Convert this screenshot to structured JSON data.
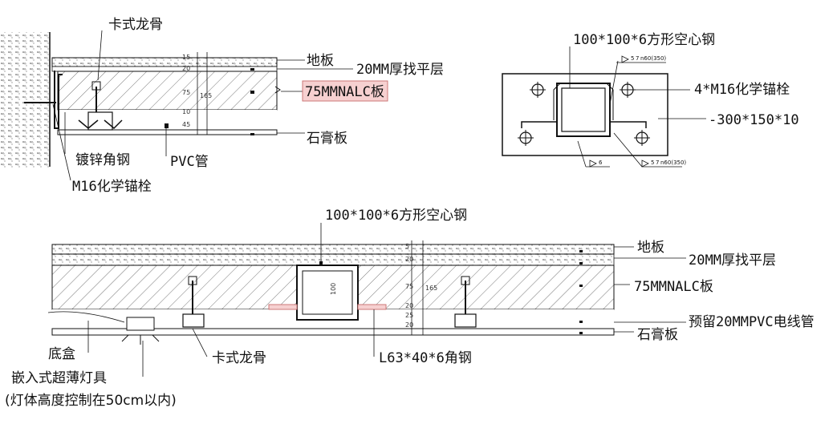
{
  "diagram_left": {
    "labels": {
      "keel": "卡式龙骨",
      "floor": "地板",
      "leveling": "20MM厚找平层",
      "alc": "75MMNALC板",
      "gypsum": "石膏板",
      "angle_steel": "镀锌角钢",
      "pvc": "PVC管",
      "anchor": "M16化学锚栓"
    },
    "dims": [
      "15",
      "20",
      "75",
      "165",
      "10",
      "45"
    ],
    "highlight_color": "#f6d0d0"
  },
  "diagram_right": {
    "labels": {
      "steel": "100*100*6方形空心钢",
      "anchor": "4*M16化学锚栓",
      "plate": "-300*150*10"
    },
    "weld_marks": [
      "5",
      "7",
      "n60(350)",
      "6",
      "5",
      "7",
      "n60(350)"
    ]
  },
  "diagram_bottom": {
    "labels": {
      "steel": "100*100*6方形空心钢",
      "floor": "地板",
      "leveling": "20MM厚找平层",
      "alc": "75MMNALC板",
      "reserved_pvc": "预留20MMPVC电线管",
      "gypsum": "石膏板",
      "box": "底盒",
      "keel": "卡式龙骨",
      "angle": "L63*40*6角钢",
      "lamp": "嵌入式超薄灯具",
      "lamp_note": "(灯体高度控制在50cm以内)"
    },
    "dims": [
      "5",
      "20",
      "75",
      "165",
      "20",
      "25",
      "20",
      "100"
    ]
  }
}
